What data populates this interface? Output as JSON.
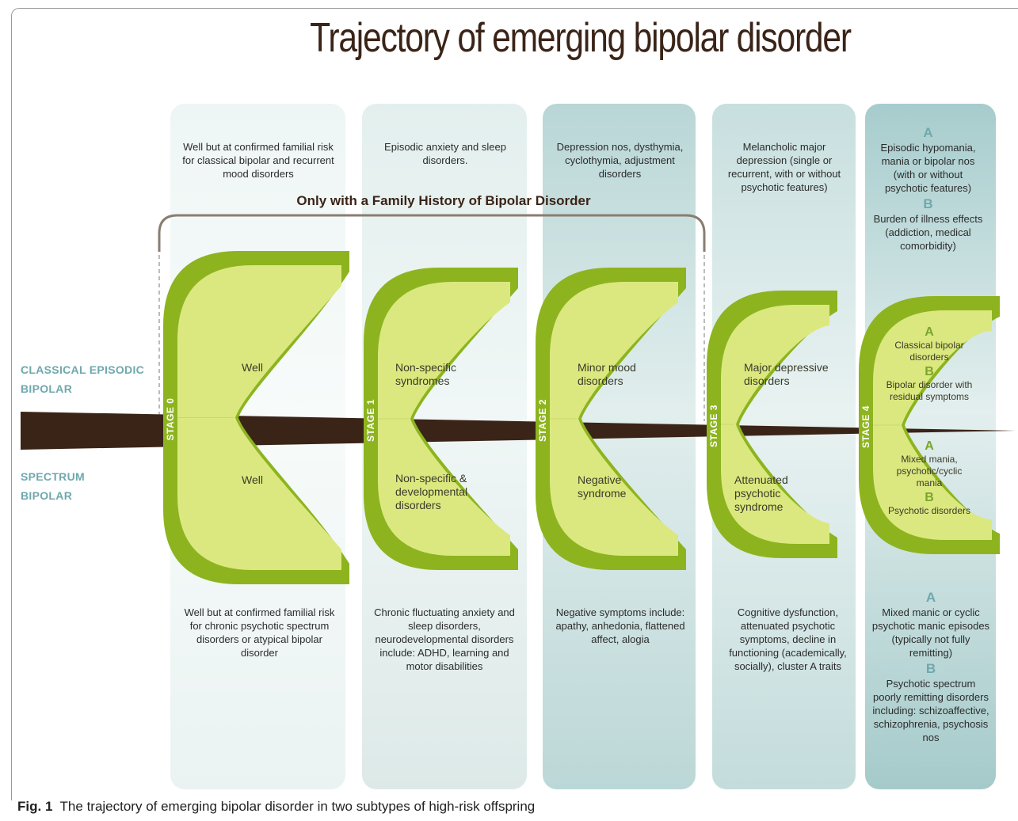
{
  "title": "Trajectory of emerging bipolar disorder",
  "family_history": "Only with a Family History of Bipolar Disorder",
  "side_labels": {
    "classical_line1": "CLASSICAL EPISODIC",
    "classical_line2": "BIPOLAR",
    "spectrum_line1": "SPECTRUM",
    "spectrum_line2": "BIPOLAR"
  },
  "stages": [
    {
      "label": "STAGE 0",
      "top_text": "Well but at confirmed familial risk for classical bipolar and recurrent mood disorders",
      "upper_leaf": "Well",
      "lower_leaf": "Well",
      "bottom_text": "Well but at confirmed familial risk for chronic psychotic spectrum disorders or atypical bipolar disorder"
    },
    {
      "label": "STAGE 1",
      "top_text": "Episodic anxiety and sleep disorders.",
      "upper_leaf": "Non-specific syndromes",
      "lower_leaf": "Non-specific & developmental disorders",
      "bottom_text": "Chronic fluctuating anxiety and sleep disorders, neurodevelopmental disorders include: ADHD, learning and motor disabilities"
    },
    {
      "label": "STAGE 2",
      "top_text": "Depression nos, dysthymia, cyclothymia, adjustment disorders",
      "upper_leaf": "Minor mood disorders",
      "lower_leaf": "Negative syndrome",
      "bottom_text": "Negative symptoms include: apathy, anhedonia, flattened affect, alogia"
    },
    {
      "label": "STAGE 3",
      "top_text": "Melancholic major depression (single or recurrent, with or without psychotic features)",
      "upper_leaf": "Major depressive disorders",
      "lower_leaf": "Attenuated psychotic syndrome",
      "bottom_text": "Cognitive dysfunction, attenuated psychotic symptoms, decline in functioning (academically, socially), cluster A traits"
    },
    {
      "label": "STAGE 4",
      "top": {
        "a_letter": "A",
        "a_text": "Episodic hypomania, mania or bipolar nos (with or without psychotic features)",
        "b_letter": "B",
        "b_text": "Burden of illness effects (addiction, medical comorbidity)"
      },
      "upper_leaf": {
        "a_letter": "A",
        "a_text": "Classical bipolar disorders",
        "b_letter": "B",
        "b_text": "Bipolar disorder with residual symptoms"
      },
      "lower_leaf": {
        "a_letter": "A",
        "a_text": "Mixed mania, psychotic/cyclic mania",
        "b_letter": "B",
        "b_text": "Psychotic disorders"
      },
      "bottom": {
        "a_letter": "A",
        "a_text": "Mixed manic or cyclic psychotic manic episodes (typically not fully remitting)",
        "b_letter": "B",
        "b_text": "Psychotic spectrum poorly remitting disorders including: schizoaffective, schizophrenia, psychosis nos"
      }
    }
  ],
  "caption": {
    "prefix": "Fig. 1",
    "text": "The trajectory of emerging bipolar disorder in two subtypes of high-risk offspring"
  },
  "colors": {
    "leaf_fill": "#dbe87f",
    "leaf_edge": "#8db41f",
    "trunk": "#3a2418",
    "column_teal": "#6fa8ad",
    "title": "#3a2418"
  }
}
